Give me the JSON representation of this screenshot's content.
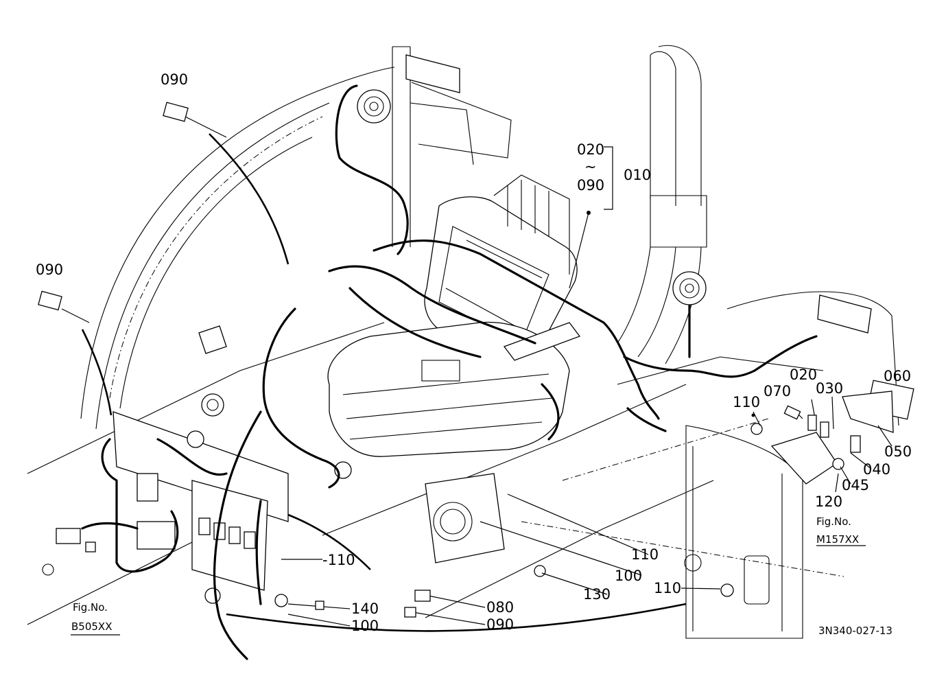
{
  "diagram": {
    "drawing_number": "3N340-027-13",
    "fig_refs": [
      {
        "prefix": "Fig.No.",
        "code": "B505XX"
      },
      {
        "prefix": "Fig.No.",
        "code": "M157XX"
      }
    ],
    "callouts": {
      "c090_a": "090",
      "c090_b": "090",
      "c020_top": "020",
      "tilde": "~",
      "c090_top": "090",
      "c010": "010",
      "c110_a": "110",
      "c070": "070",
      "c020_b": "020",
      "c030": "030",
      "c060": "060",
      "c050": "050",
      "c040": "040",
      "c045": "045",
      "c120": "120",
      "c110_b": "-110",
      "c110_c": "110",
      "c100_a": "100",
      "c130": "130",
      "c110_d": "110",
      "c140": "140",
      "c100_b": "100",
      "c080": "080",
      "c090_c": "090"
    }
  }
}
